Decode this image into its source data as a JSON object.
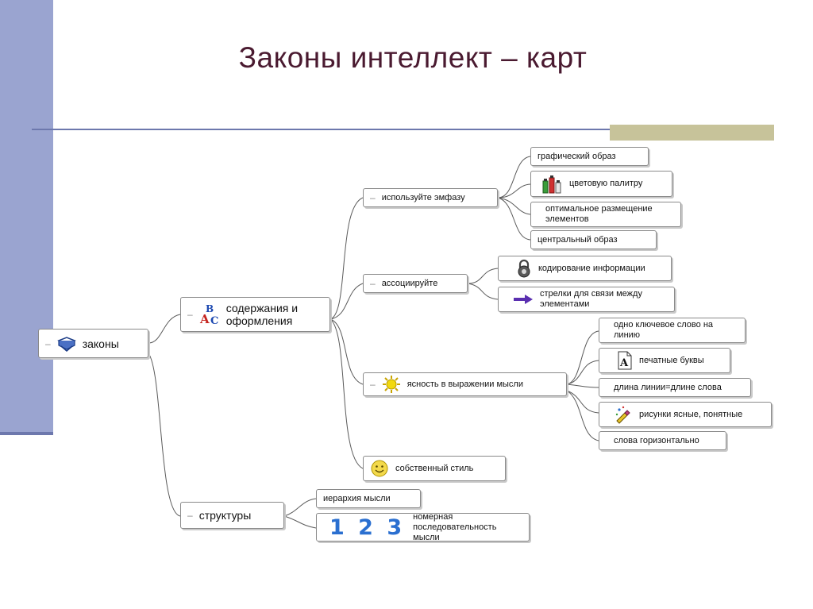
{
  "title": "Законы интеллект – карт",
  "nodes": {
    "root": {
      "label": "законы",
      "icon": "book-icon"
    },
    "content": {
      "label": "содержания и оформления",
      "icon": "abc-letters-icon"
    },
    "structure": {
      "label": "структуры"
    },
    "emphasis": {
      "label": "используйте эмфазу"
    },
    "associate": {
      "label": "ассоциируйте"
    },
    "clarity": {
      "label": "ясность в выражении мысли",
      "icon": "sun-icon"
    },
    "style": {
      "label": "собственный стиль",
      "icon": "smiley-icon"
    },
    "graphic_image": {
      "label": "графический образ"
    },
    "palette": {
      "label": "цветовую палитру",
      "icon": "paint-bottles-icon"
    },
    "placement": {
      "label": "оптимальное размещение элементов"
    },
    "central_image": {
      "label": "центральный образ"
    },
    "coding": {
      "label": "кодирование информации",
      "icon": "padlock-icon"
    },
    "arrows": {
      "label": "стрелки для связи между элементами",
      "icon": "arrow-icon"
    },
    "one_word": {
      "label": "одно ключевое слово на линию"
    },
    "print_letters": {
      "label": "печатные буквы",
      "icon": "letter-a-icon"
    },
    "line_length": {
      "label": "длина линии=длине слова"
    },
    "pictures": {
      "label": "рисунки ясные, понятные",
      "icon": "pencil-sparkle-icon"
    },
    "horizontal": {
      "label": "слова горизонтально"
    },
    "hierarchy": {
      "label": "иерархия мысли"
    },
    "numbered": {
      "label": "номерная последовательность мысли",
      "icon": "numbers-123-icon",
      "icon_text": "1 2 3"
    }
  },
  "minus_sign": "–"
}
